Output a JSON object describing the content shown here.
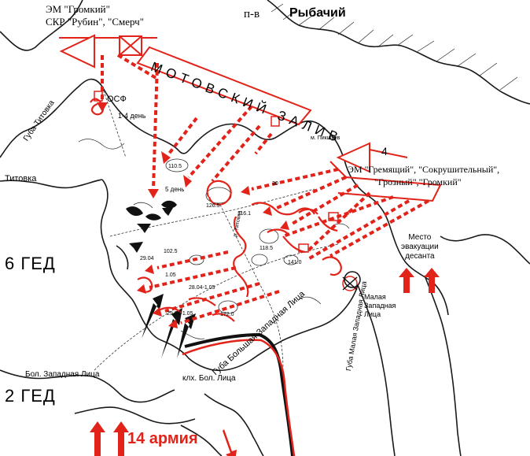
{
  "labels": {
    "peninsula": "п-в",
    "peninsula_name": "Рыбачий",
    "ship_group_top_1": "ЭМ \"Громкий\"",
    "ship_group_top_2": "СКР \"Рубин\", \"Смерч\"",
    "bay_name": "МОТОВСКИЙ ЗАЛИВ",
    "osf": "ОСФ",
    "days_1_4": "1-4 день",
    "day_5": "5 день",
    "lake": "Губа Титовка",
    "titovka": "Титовка",
    "cape": "м. Пикшуев",
    "group_number": "4",
    "ship_group_right_1": "ЭМ \"Гремящий\", \"Сокрушительный\",",
    "ship_group_right_2": "\"Грозный\",\"Громкий\"",
    "evac": "Место\nэвакуации\nдесанта",
    "malaya_zap_litsa": "Малая\nЗападная\nЛица",
    "guba_malaya_zap_litsa": "Губа Малая Западная Лица",
    "guba_bolshaya_zap_litsa": "Губа Большая Западная Лица",
    "division_6": "6 ГЕД",
    "division_2": "2 ГЕД",
    "bol_zap_litsa": "Бол. Западная Лица",
    "klh_bol_litsa": "клх. Бол. Лица",
    "army_14": "14 армия",
    "river_title": "р. Титовка",
    "pos_1": "29.04-1.05",
    "pos_2": "28.04-1.05",
    "pos_3": "29.04",
    "pos_4": "1.05",
    "mark_30": "30",
    "mark_102": "102.5",
    "mark_110": "110.5",
    "mark_1161": "116.1",
    "mark_1185": "118.5",
    "mark_1265": "126.5",
    "mark_1720": "172.0",
    "mark_1410": "141.0"
  },
  "colors": {
    "accent_red": "#e2231a",
    "ink": "#1a1a1a"
  }
}
